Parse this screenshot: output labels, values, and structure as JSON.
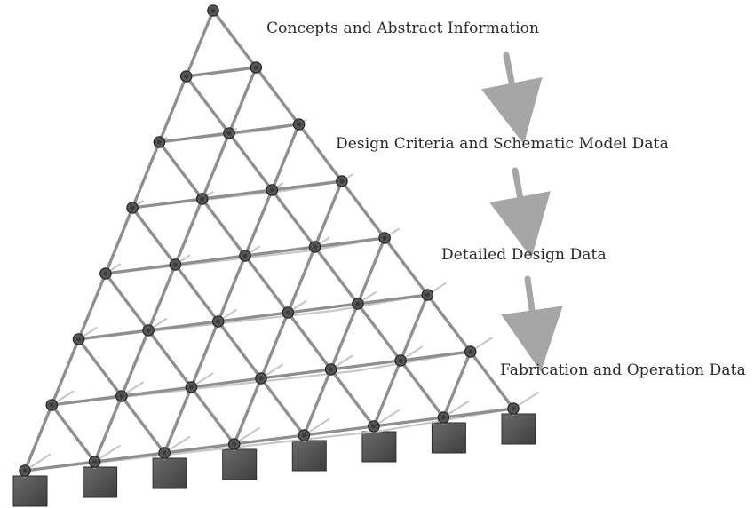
{
  "diagram": {
    "stages": [
      {
        "label": "Concepts and Abstract Information"
      },
      {
        "label": "Design Criteria and Schematic Model Data"
      },
      {
        "label": "Detailed Design Data"
      },
      {
        "label": "Fabrication and Operation Data"
      }
    ],
    "arrows": [
      {
        "from": 0,
        "to": 1
      },
      {
        "from": 1,
        "to": 2
      },
      {
        "from": 2,
        "to": 3
      }
    ],
    "colors": {
      "strut": "#8f8f8f",
      "strut_light": "#c8c8c8",
      "node": "#3a3a3a",
      "arrow": "#a6a6a6",
      "pedestal": "#4e4e4e"
    }
  }
}
